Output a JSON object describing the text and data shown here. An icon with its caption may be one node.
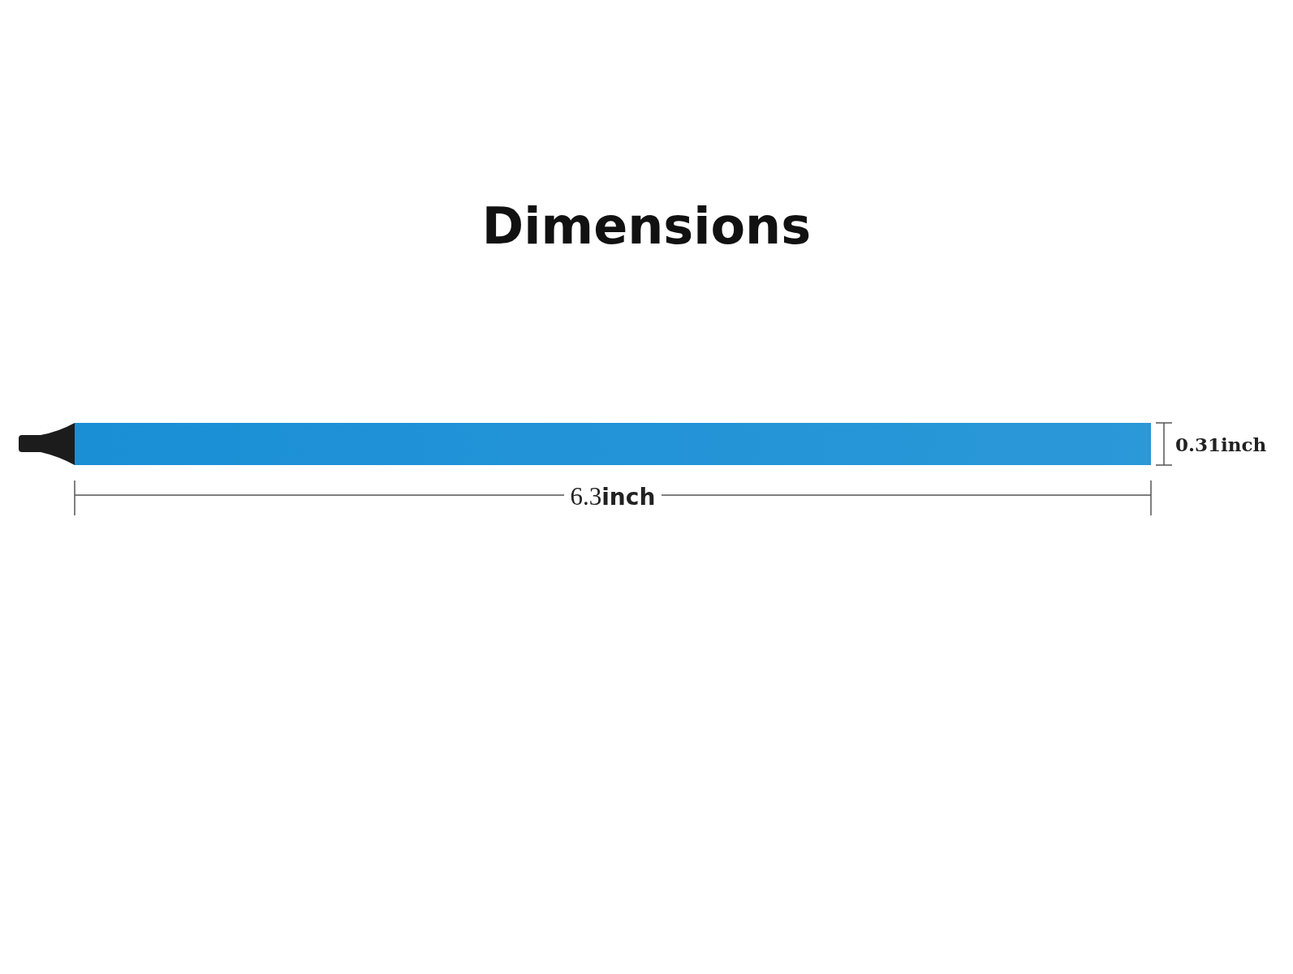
{
  "diagram": {
    "title": "Dimensions",
    "labels": [
      "0.31inch",
      "6.3**inch**"
    ]
  }
}
